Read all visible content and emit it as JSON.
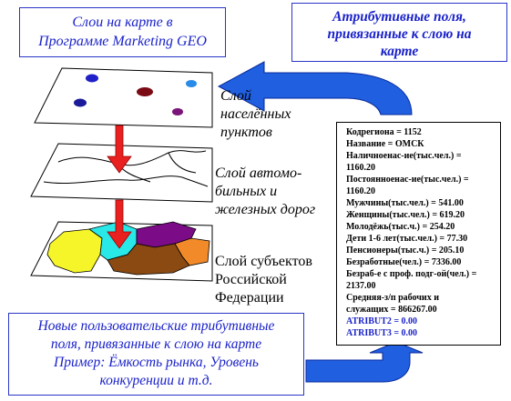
{
  "top_left_box": {
    "line1": "Слои на карте в",
    "line2": "Программе Marketing GEO"
  },
  "top_right_box": {
    "line1": "Атрибутивные поля,",
    "line2": "привязанные к слою на",
    "line3": "карте"
  },
  "layers": {
    "settlements": [
      "Слой",
      "населённых",
      "пунктов"
    ],
    "roads": [
      "Слой автомо-",
      "бильных и",
      "железных дорог"
    ],
    "subjects": [
      "Слой субъектов",
      "Российской",
      "Федерации"
    ]
  },
  "attributes": [
    "Кодрегиона = 1152",
    "Название = ОМСК",
    "Наличноенас-ие(тыс.чел.) =",
    "1160.20",
    "Постоянноенас-ие(тыс.чел.) =",
    "1160.20",
    "Мужчины(тыс.чел.) = 541.00",
    "Женщины(тыс.чел.) = 619.20",
    "Молодёжь(тыс.ч.) = 254.20",
    "Дети 1-6 лет(тыс.чел.) = 77.30",
    "Пенсионеры(тыс.ч.) = 205.10",
    "Безработные(чел.) = 7336.00",
    "Безраб-е с проф. подг-ой(чел.) =",
    "2137.00",
    "Средняя-з/п рабочих и",
    "служащих = 866267.00"
  ],
  "new_attributes": [
    "ATRIBUT2 = 0.00",
    "ATRIBUT3 = 0.00"
  ],
  "bottom_box": {
    "line1": "Новые пользовательские трибутивные",
    "line2": "поля, привязанные к слою на карте",
    "line3": "Пример: Ёмкость рынка, Уровень",
    "line4": "конкуренции и т.д."
  },
  "colors": {
    "text_blue": "#1a22c9",
    "arrow_blue": "#1f5fe0",
    "arrow_red": "#e82020",
    "region_yellow": "#f5f52a",
    "region_cyan": "#29e8e8",
    "region_purple": "#7b0b86",
    "region_brown": "#8a4a12",
    "region_orange": "#f28a2a"
  }
}
